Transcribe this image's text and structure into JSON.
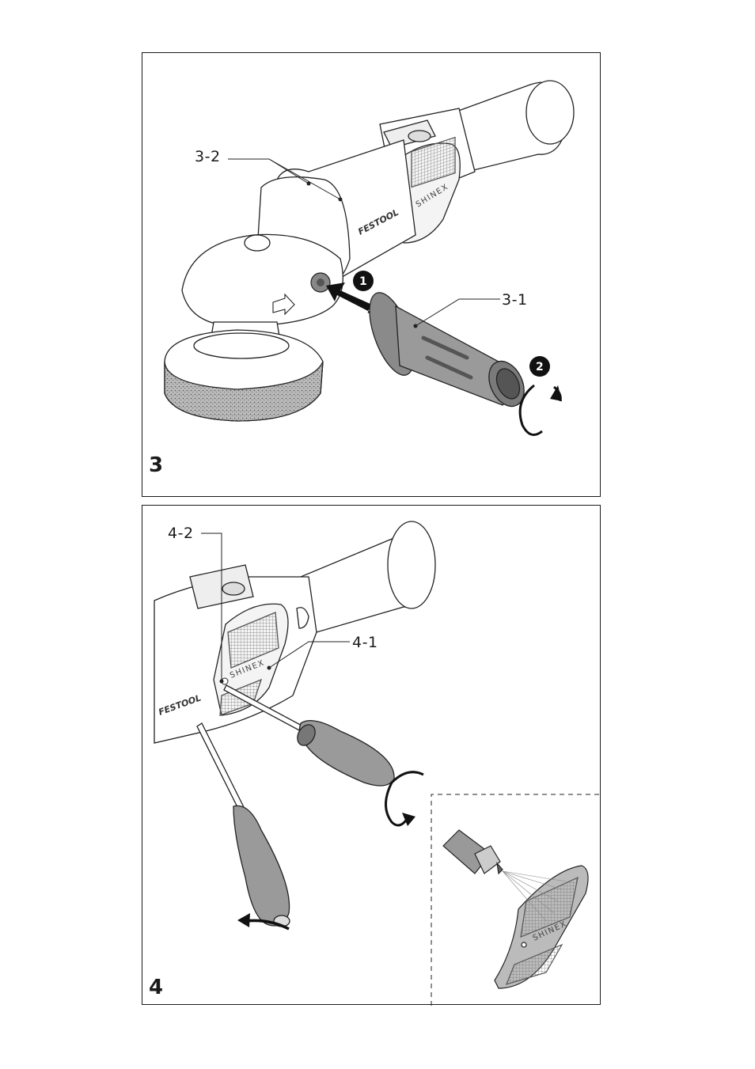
{
  "figure3": {
    "number": "3",
    "callouts": {
      "c3_2": "3-2",
      "c3_1": "3-1"
    },
    "steps": {
      "s1": "1",
      "s2": "2"
    },
    "brand": "FESTOOL",
    "model": "SHINEX"
  },
  "figure4": {
    "number": "4",
    "callouts": {
      "c4_2": "4-2",
      "c4_1": "4-1"
    },
    "brand": "FESTOOL",
    "model": "SHINEX"
  }
}
